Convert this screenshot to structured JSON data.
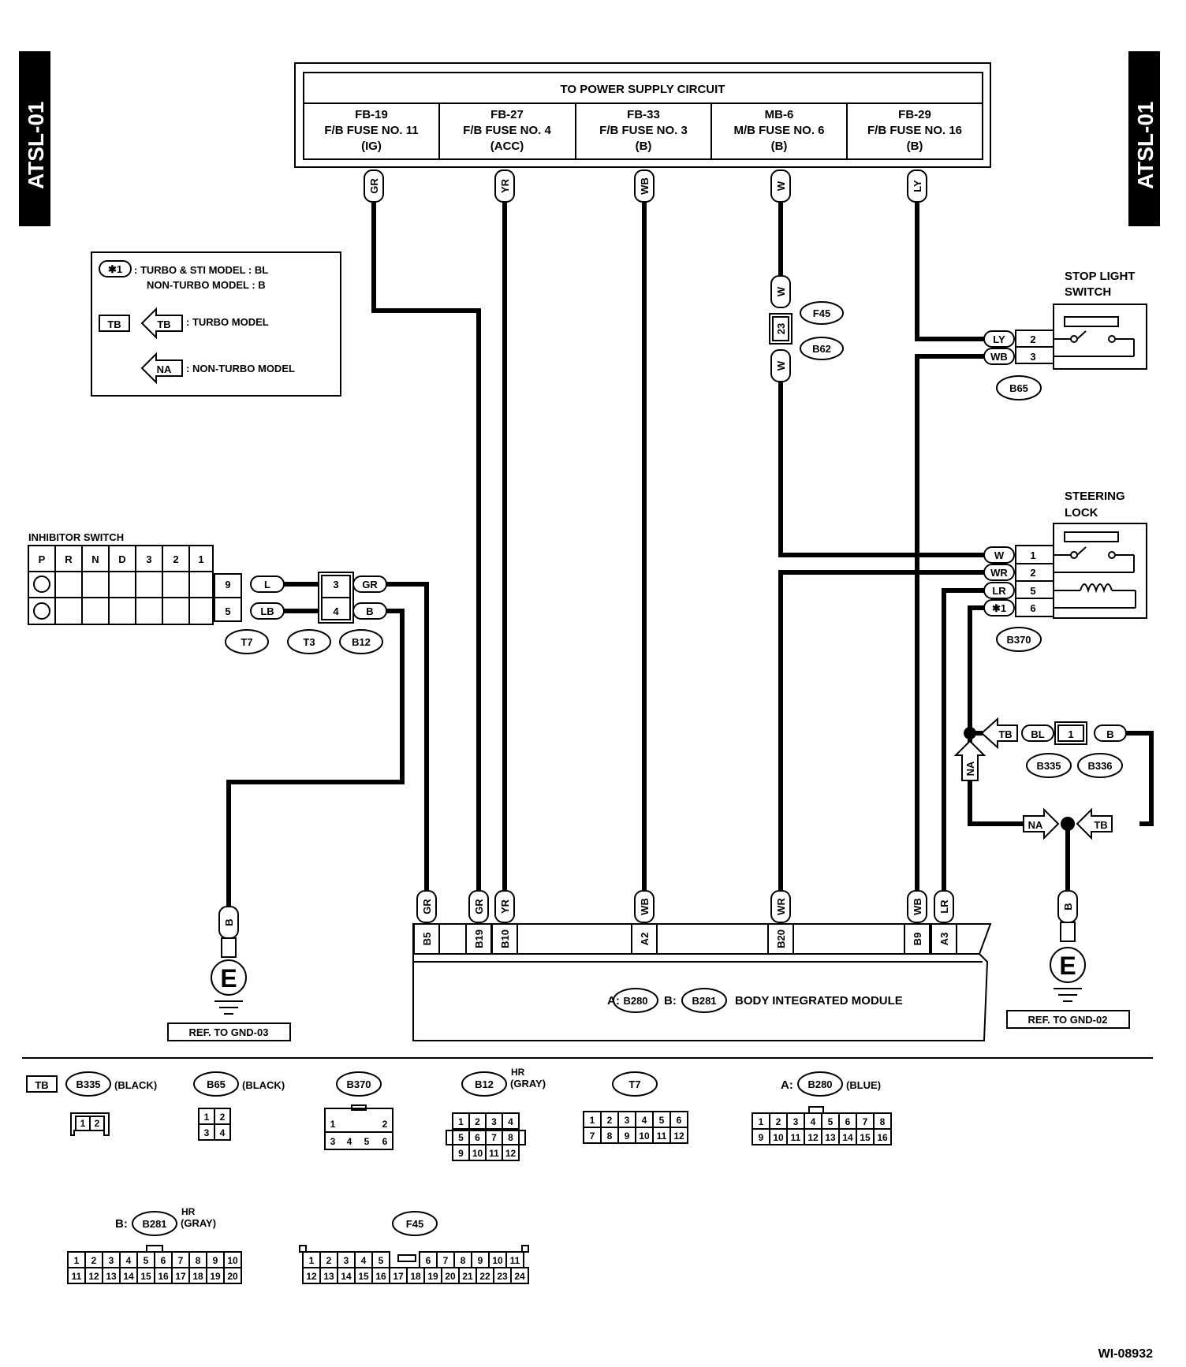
{
  "side_tag": "ATSL-01",
  "figure_id": "WI-08932",
  "power": {
    "title": "TO POWER SUPPLY CIRCUIT",
    "fuses": [
      {
        "l1": "FB-19",
        "l2": "F/B FUSE NO. 11",
        "l3": "(IG)",
        "wire": "GR"
      },
      {
        "l1": "FB-27",
        "l2": "F/B FUSE NO. 4",
        "l3": "(ACC)",
        "wire": "YR"
      },
      {
        "l1": "FB-33",
        "l2": "F/B FUSE NO. 3",
        "l3": "(B)",
        "wire": "WB"
      },
      {
        "l1": "MB-6",
        "l2": "M/B FUSE NO. 6",
        "l3": "(B)",
        "wire": "W"
      },
      {
        "l1": "FB-29",
        "l2": "F/B FUSE NO. 16",
        "l3": "(B)",
        "wire": "LY"
      }
    ]
  },
  "legend": {
    "star_mark": "✱1",
    "star_l1": ": TURBO & STI MODEL  : BL",
    "star_l2": "NON-TURBO MODEL   : B",
    "tb": "TB",
    "tb_text": ": TURBO MODEL",
    "na": "NA",
    "na_text": ": NON-TURBO MODEL"
  },
  "f45": {
    "pin": "23",
    "wire": "W",
    "c1": "F45",
    "c2": "B62"
  },
  "stop_light": {
    "title1": "STOP LIGHT",
    "title2": "SWITCH",
    "pins": [
      {
        "wire": "LY",
        "pin": "2"
      },
      {
        "wire": "WB",
        "pin": "3"
      }
    ],
    "conn": "B65"
  },
  "steering": {
    "title1": "STEERING",
    "title2": "LOCK",
    "pins": [
      {
        "wire": "W",
        "pin": "1"
      },
      {
        "wire": "WR",
        "pin": "2"
      },
      {
        "wire": "LR",
        "pin": "5"
      },
      {
        "wire": "✱1",
        "pin": "6"
      }
    ],
    "conn": "B370"
  },
  "inhibitor": {
    "title": "INHIBITOR SWITCH",
    "positions": [
      "P",
      "R",
      "N",
      "D",
      "3",
      "2",
      "1"
    ],
    "t7": [
      {
        "pin": "9",
        "wire": "L"
      },
      {
        "pin": "5",
        "wire": "LB"
      }
    ],
    "b12": [
      {
        "pin": "3",
        "wire": "GR"
      },
      {
        "pin": "4",
        "wire": "B"
      }
    ],
    "conns": [
      "T7",
      "T3",
      "B12"
    ]
  },
  "ground_left": {
    "wire": "B",
    "mark": "E",
    "ref": "REF. TO GND-03"
  },
  "ground_right": {
    "wire": "B",
    "mark": "E",
    "ref": "REF. TO GND-02"
  },
  "tb_branch": {
    "tag": "TB",
    "w1": "BL",
    "pin": "1",
    "w2": "B",
    "c1": "B335",
    "c2": "B336"
  },
  "na_branch": {
    "tag_v": "NA",
    "tag1": "NA",
    "tag2": "TB"
  },
  "bim": {
    "name": "BODY INTEGRATED MODULE",
    "a_pre": "A:",
    "a_conn": "B280",
    "b_pre": "B:",
    "b_conn": "B281",
    "pins": [
      {
        "pin": "B5",
        "wire": "GR"
      },
      {
        "pin": "B19",
        "wire": "GR"
      },
      {
        "pin": "B10",
        "wire": "YR"
      },
      {
        "pin": "A2",
        "wire": "WB"
      },
      {
        "pin": "B20",
        "wire": "WR"
      },
      {
        "pin": "B9",
        "wire": "WB"
      },
      {
        "pin": "A3",
        "wire": "LR"
      }
    ]
  },
  "connectors": {
    "tb_b335": {
      "tb": "TB",
      "name": "B335",
      "color": "(BLACK)",
      "pins": [
        "1",
        "2"
      ]
    },
    "b65": {
      "name": "B65",
      "color": "(BLACK)",
      "pins": [
        "1",
        "2",
        "3",
        "4"
      ]
    },
    "b370": {
      "name": "B370",
      "pins": [
        "1",
        "2",
        "3",
        "4",
        "5",
        "6"
      ]
    },
    "b12": {
      "name": "B12",
      "hr": "HR",
      "color": "(GRAY)",
      "pins": [
        "1",
        "2",
        "3",
        "4",
        "5",
        "6",
        "7",
        "8",
        "9",
        "10",
        "11",
        "12"
      ]
    },
    "t7": {
      "name": "T7",
      "pins": [
        "1",
        "2",
        "3",
        "4",
        "5",
        "6",
        "7",
        "8",
        "9",
        "10",
        "11",
        "12"
      ]
    },
    "b280": {
      "pre": "A:",
      "name": "B280",
      "color": "(BLUE)",
      "pins": [
        "1",
        "2",
        "3",
        "4",
        "5",
        "6",
        "7",
        "8",
        "9",
        "10",
        "11",
        "12",
        "13",
        "14",
        "15",
        "16"
      ]
    },
    "b281": {
      "pre": "B:",
      "name": "B281",
      "hr": "HR",
      "color": "(GRAY)",
      "pins": [
        "1",
        "2",
        "3",
        "4",
        "5",
        "6",
        "7",
        "8",
        "9",
        "10",
        "11",
        "12",
        "13",
        "14",
        "15",
        "16",
        "17",
        "18",
        "19",
        "20"
      ]
    },
    "f45": {
      "name": "F45",
      "pins": [
        "1",
        "2",
        "3",
        "4",
        "5",
        "6",
        "7",
        "8",
        "9",
        "10",
        "11",
        "12",
        "13",
        "14",
        "15",
        "16",
        "17",
        "18",
        "19",
        "20",
        "21",
        "22",
        "23",
        "24"
      ]
    }
  }
}
